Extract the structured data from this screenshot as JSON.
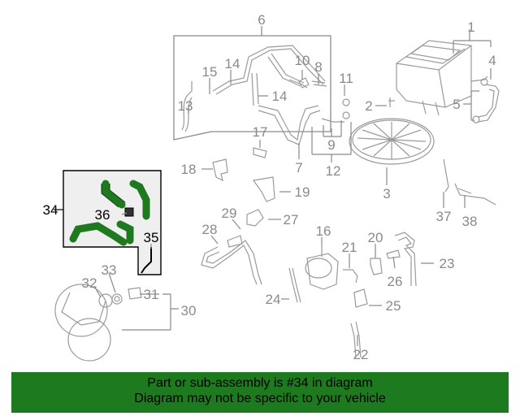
{
  "callouts": [
    "1",
    "2",
    "3",
    "4",
    "5",
    "6",
    "7",
    "8",
    "9",
    "10",
    "11",
    "12",
    "13",
    "14",
    "14",
    "15",
    "16",
    "17",
    "18",
    "19",
    "20",
    "21",
    "22",
    "23",
    "24",
    "25",
    "26",
    "27",
    "28",
    "29",
    "30",
    "31",
    "32",
    "33",
    "34",
    "35",
    "36",
    "37",
    "38"
  ],
  "banner": {
    "line1": "Part or sub-assembly is #34 in diagram",
    "line2": "Diagram may not be specific to your vehicle"
  },
  "colors": {
    "callout_gray": "#8a8a8a",
    "highlight_label": "#000000",
    "hose_green": "#1f7a1f",
    "banner_green": "#1e7a1e",
    "part_outline": "#9a9a9a"
  }
}
